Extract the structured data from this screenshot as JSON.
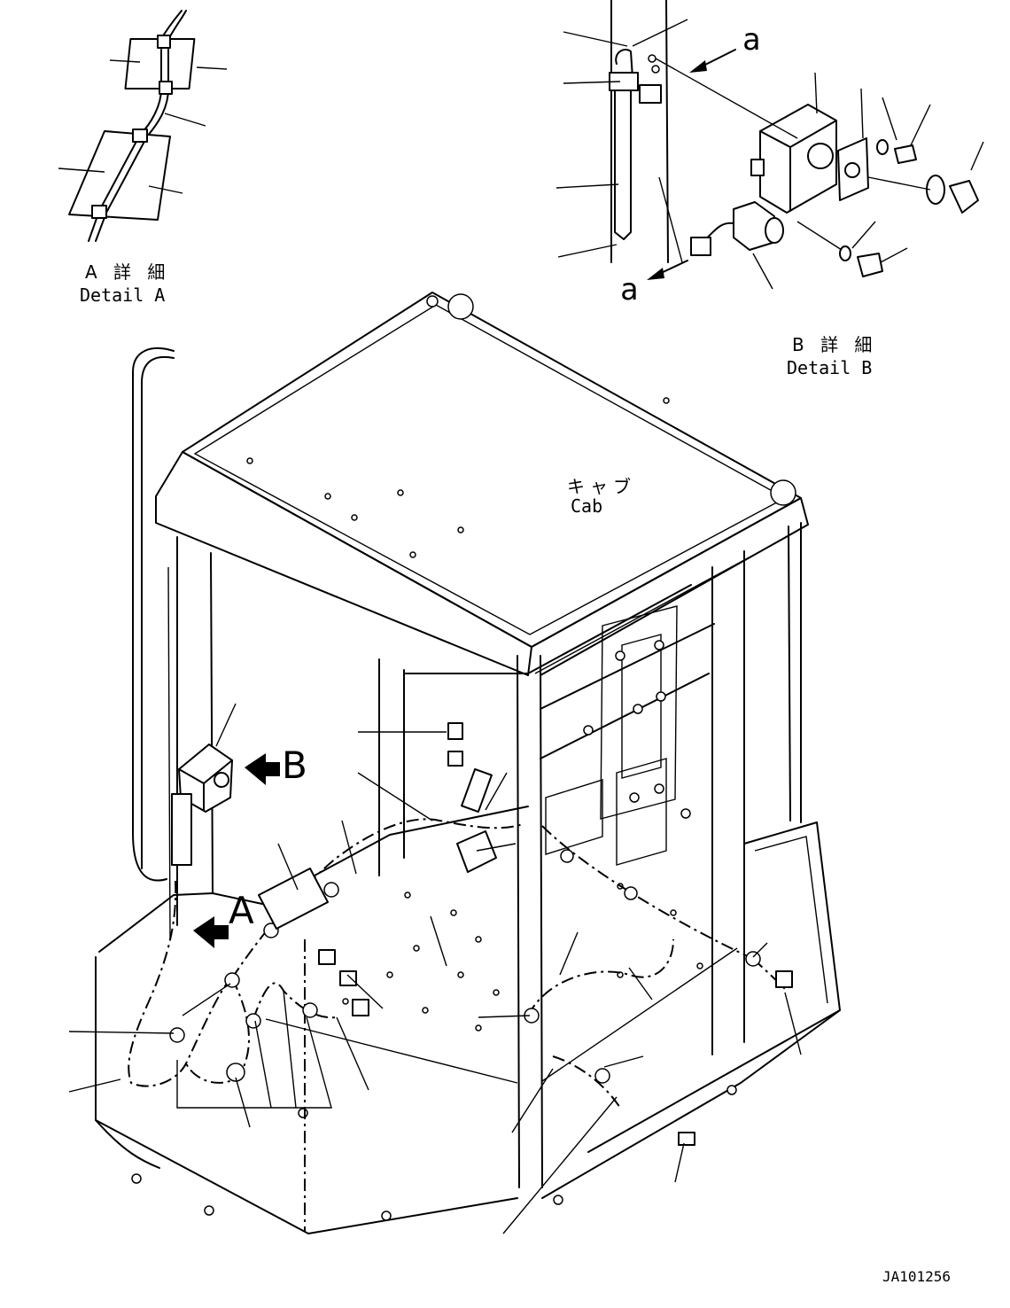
{
  "detail_a": {
    "title_jp": "A 詳 細",
    "title_en": "Detail A"
  },
  "detail_b": {
    "title_jp": "B 詳 細",
    "title_en": "Detail B",
    "arrow_label_top": "a",
    "arrow_label_bottom": "a"
  },
  "main_view": {
    "cab_label_jp": "キャブ",
    "cab_label_en": "Cab",
    "view_a_label": "A",
    "view_b_label": "B"
  },
  "drawing_number": "JA101256"
}
